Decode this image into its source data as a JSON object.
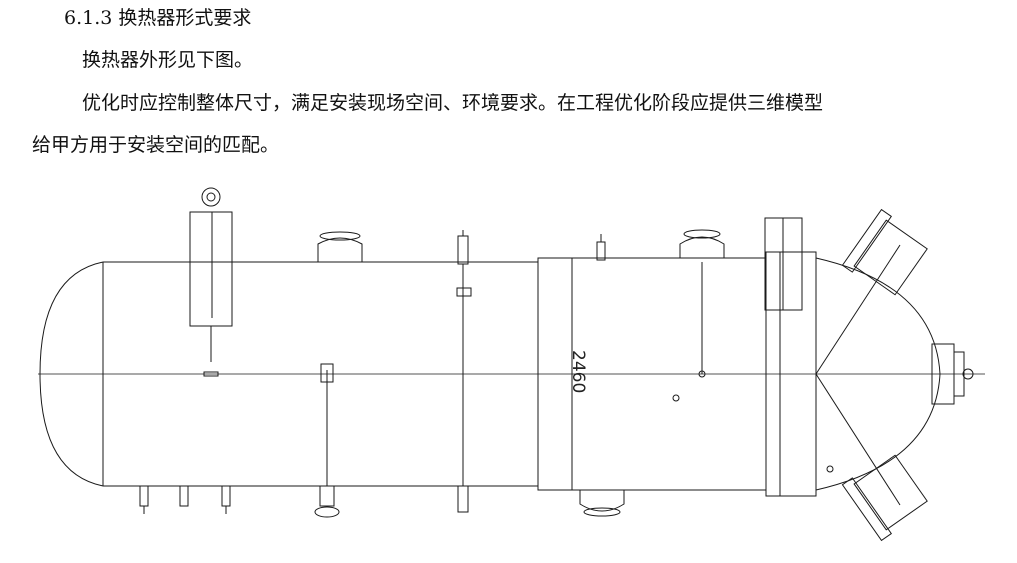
{
  "document": {
    "section_heading": "6.1.3 换热器形式要求",
    "paragraph_1": "换热器外形见下图。",
    "paragraph_2_line_1": "优化时应控制整体尺寸，满足安装现场空间、环境要求。在工程优化阶段应提供三维模型",
    "paragraph_2_line_2": "给甲方用于安装空间的匹配。"
  },
  "drawing": {
    "dimension_label": "2460",
    "line_color": "#1a1a1a"
  }
}
